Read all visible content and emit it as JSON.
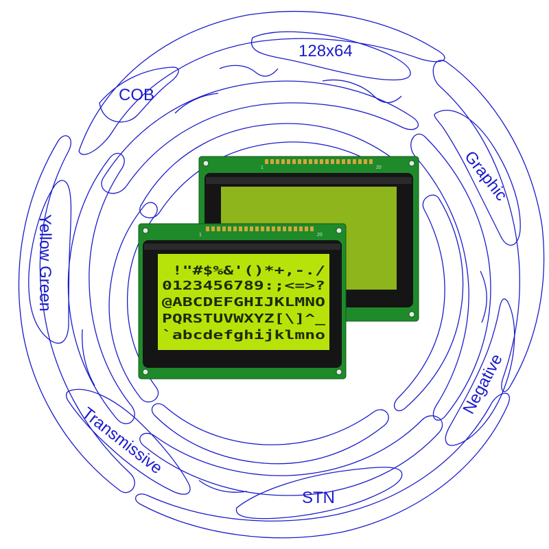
{
  "colors": {
    "outline": "#1a1acc",
    "label": "#1a1acc",
    "pcb": "#1f8a2a",
    "bezel": "#151515",
    "lcd_on": "#b8e30a",
    "lcd_off": "#8fb51d",
    "pin": "#d4a73a"
  },
  "labels": {
    "resolution": "128x64",
    "cob": "COB",
    "graphic": "Graphic",
    "yellow_green": "Yellow Green",
    "negative": "Negative",
    "transmissive": "Transmissive",
    "stn": "STN"
  },
  "lcd_lines": [
    " !\"#$%&'()*+,-./",
    "0123456789:;<=>?",
    "@ABCDEFGHIJKLMNO",
    "PQRSTUVWXYZ[\\]^_",
    "`abcdefghijklmno"
  ],
  "pcb_marks": {
    "front_pin1": "1",
    "front_pin20": "20",
    "back_pin1": "1",
    "back_pin20": "20"
  }
}
